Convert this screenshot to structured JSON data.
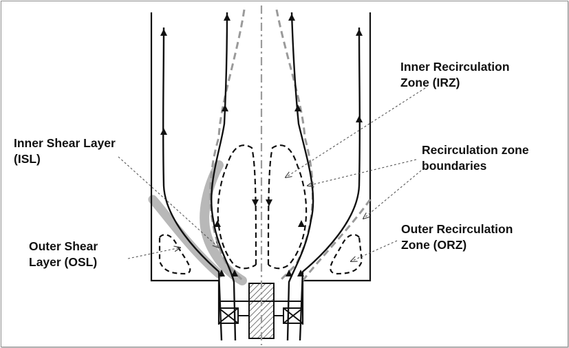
{
  "labels": {
    "irz": {
      "line1": "Inner Recirculation",
      "line2": "Zone (IRZ)"
    },
    "isl": {
      "line1": "Inner Shear  Layer",
      "line2": "(ISL)"
    },
    "rzb": {
      "line1": "Recirculation zone",
      "line2": "boundaries"
    },
    "osl": {
      "line1": "Outer Shear",
      "line2": "Layer (OSL)"
    },
    "orz": {
      "line1": "Outer Recirculation",
      "line2": "Zone (ORZ)"
    }
  },
  "colors": {
    "line": "#111111",
    "boundary": "#9a9a9a",
    "shear_layer": "#b8b8b8",
    "leader": "#555555"
  }
}
